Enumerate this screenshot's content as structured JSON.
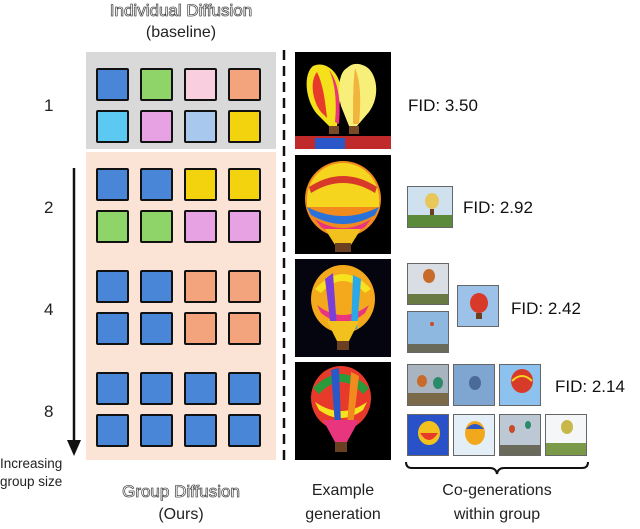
{
  "header": {
    "individual_title": "Individual Diffusion",
    "individual_sub": "(baseline)"
  },
  "footer": {
    "group_title": "Group Diffusion",
    "group_sub": "(Ours)",
    "example_line1": "Example",
    "example_line2": "generation",
    "cogen_line1": "Co-generations",
    "cogen_line2": "within group"
  },
  "axis_label": {
    "line1": "Increasing",
    "line2": "group size"
  },
  "colors": {
    "baseline_bg": "#d9d9d9",
    "group_bg": "#fbe3d6",
    "blue": "#4a86d8",
    "green": "#8fd468",
    "pink": "#f9cfe0",
    "salmon": "#f3a47c",
    "cyan": "#5bc9f2",
    "violet": "#e6a2e3",
    "lightblue": "#a9c8ee",
    "yellow": "#f2d30e"
  },
  "rows": [
    {
      "group_size": "1",
      "fid": "FID: 3.50",
      "cells": [
        "blue",
        "green",
        "pink",
        "salmon",
        "cyan",
        "violet",
        "lightblue",
        "yellow"
      ]
    },
    {
      "group_size": "2",
      "fid": "FID: 2.92",
      "cells": [
        "blue",
        "blue",
        "yellow",
        "yellow",
        "green",
        "green",
        "violet",
        "violet"
      ]
    },
    {
      "group_size": "4",
      "fid": "FID: 2.42",
      "cells": [
        "blue",
        "blue",
        "salmon",
        "salmon",
        "blue",
        "blue",
        "salmon",
        "salmon"
      ]
    },
    {
      "group_size": "8",
      "fid": "FID: 2.14",
      "cells": [
        "blue",
        "blue",
        "blue",
        "blue",
        "blue",
        "blue",
        "blue",
        "blue"
      ]
    }
  ]
}
